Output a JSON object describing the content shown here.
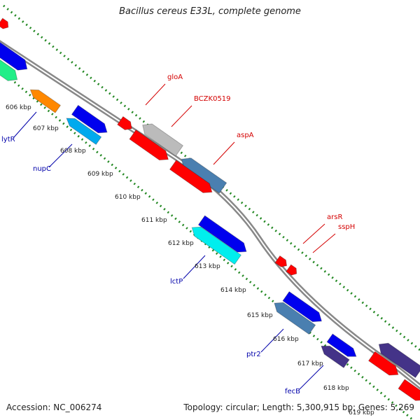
{
  "map": {
    "title": "Bacillus cereus E33L, complete genome",
    "accession": "Accession: NC_006274",
    "topology": "Topology: circular; Length: 5,300,915 bp; Genes: 5,269"
  },
  "ticks": [
    "606 kbp",
    "607 kbp",
    "608 kbp",
    "609 kbp",
    "610 kbp",
    "611 kbp",
    "612 kbp",
    "613 kbp",
    "614 kbp",
    "615 kbp",
    "616 kbp",
    "617 kbp",
    "618 kbp",
    "619 kbp"
  ],
  "genes_forward": [
    "gloA",
    "BCZK0519",
    "aspA",
    "arsR",
    "sspH"
  ],
  "genes_reverse": [
    "lytR",
    "nupC",
    "lctP",
    "ptr2",
    "fecB"
  ],
  "colors": {
    "red": "#ff0000",
    "blue": "#0000ee",
    "light_blue": "#00aaee",
    "cyan": "#00eeee",
    "steel_blue": "#4a7fb0",
    "grey": "#bbbbbb",
    "orange": "#ff8800",
    "green": "#22ee88",
    "slate": "#443388",
    "backbone": "#888888",
    "tick_green": "#228822",
    "label_red": "#d40000",
    "label_blue": "#0000aa"
  }
}
